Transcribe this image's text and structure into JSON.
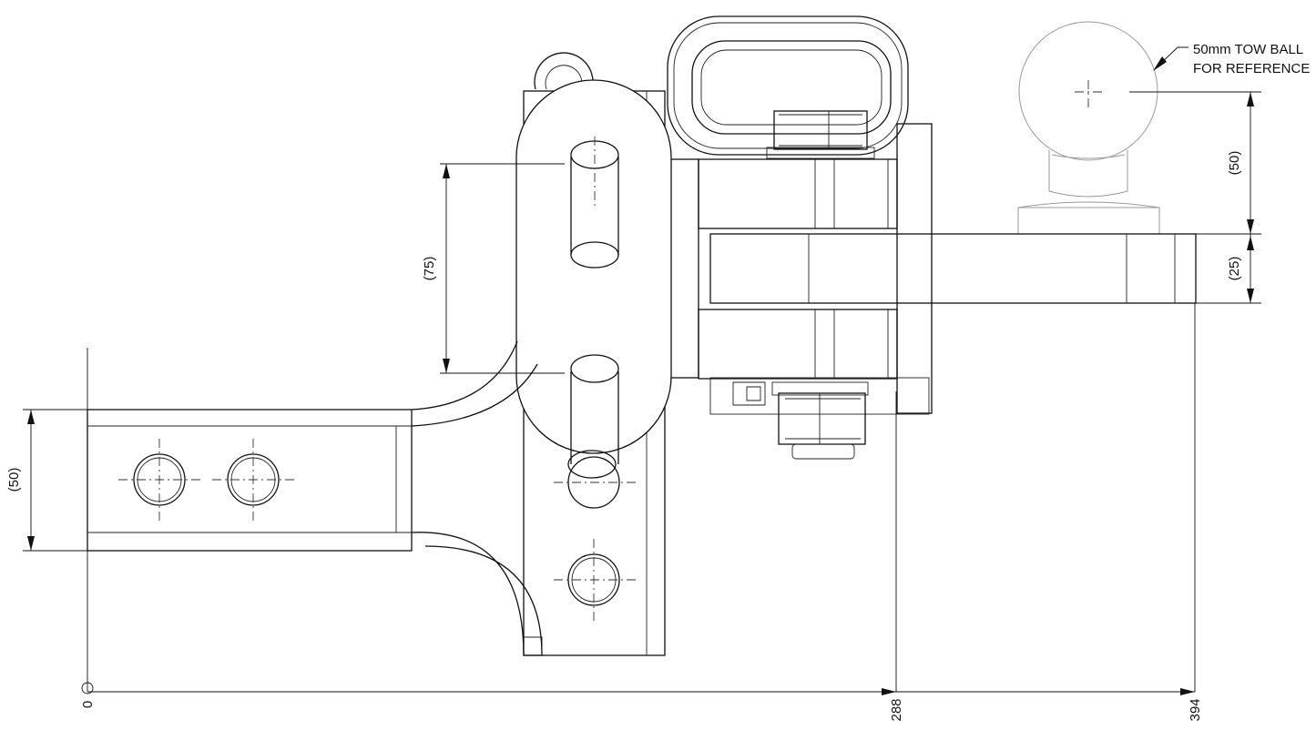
{
  "note": {
    "line1": "50mm TOW BALL",
    "line2": "FOR REFERENCE"
  },
  "dimensions": {
    "ball_height": "(50)",
    "tongue_thickness": "(25)",
    "pin_spacing": "(75)",
    "shank_height": "(50)"
  },
  "baseline": {
    "origin": "0",
    "mark_mid": "288",
    "mark_end": "394"
  }
}
